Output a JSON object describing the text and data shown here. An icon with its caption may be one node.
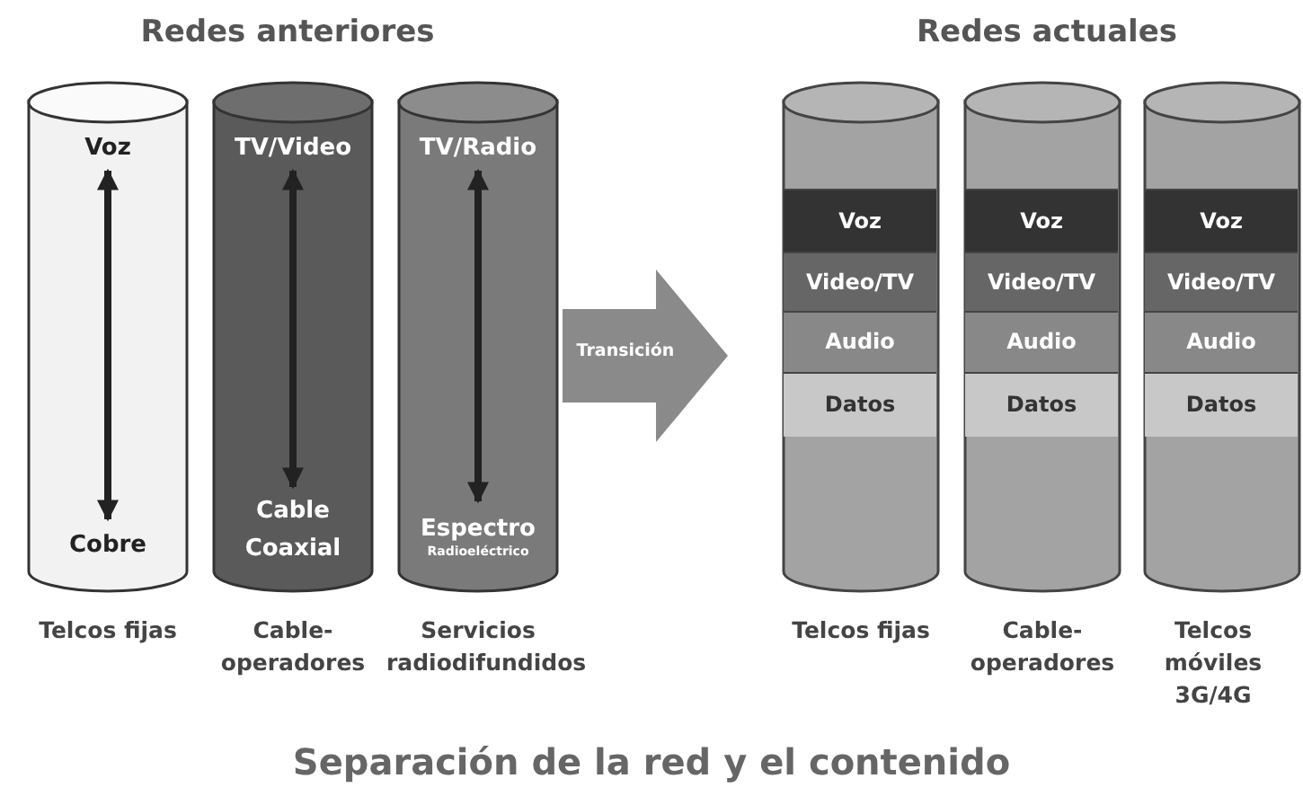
{
  "diagram": {
    "caption": "Separación de la red y el contenido",
    "nodes": [
      {
        "text": [],
        "shape": "cylinder",
        "beside": [
          "Telcos fijas"
        ]
      },
      {
        "text": [
          "Voz"
        ],
        "in": 0
      },
      {
        "text": [
          "Cobre"
        ],
        "in": 0
      },
      {
        "text": [],
        "shape": "cylinder",
        "beside": [
          "Cable-operadores"
        ]
      },
      {
        "text": [
          "TV/Video"
        ],
        "in": 3
      },
      {
        "text": [
          "Cable Coaxial"
        ],
        "in": 3
      },
      {
        "text": [],
        "shape": "cylinder",
        "beside": [
          "Servicios radiodifundidos"
        ]
      },
      {
        "text": [
          "TV/Radio"
        ],
        "in": 6
      },
      {
        "text": [
          "Espectro",
          "Radioeléctrico"
        ],
        "in": 6
      },
      {
        "text": [
          "Transición"
        ]
      },
      {
        "text": [],
        "shape": "cylinder",
        "beside": [
          "Telcos fijas"
        ]
      },
      {
        "text": [
          "Voz"
        ],
        "in": 10
      },
      {
        "text": [
          "Video/TV"
        ],
        "in": 10
      },
      {
        "text": [
          "Audio"
        ],
        "in": 10
      },
      {
        "text": [
          "Datos"
        ],
        "in": 10
      },
      {
        "text": [],
        "shape": "cylinder",
        "beside": [
          "Cable-operadores"
        ]
      },
      {
        "text": [
          "Voz"
        ],
        "in": 15
      },
      {
        "text": [
          "Video/TV"
        ],
        "in": 15
      },
      {
        "text": [
          "Audio"
        ],
        "in": 15
      },
      {
        "text": [
          "Datos"
        ],
        "in": 15
      },
      {
        "text": [],
        "shape": "cylinder",
        "beside": [
          "Telcos móviles 3G/4G"
        ]
      },
      {
        "text": [
          "Voz"
        ],
        "in": 20
      },
      {
        "text": [
          "Video/TV"
        ],
        "in": 20
      },
      {
        "text": [
          "Audio"
        ],
        "in": 20
      },
      {
        "text": [
          "Datos"
        ],
        "in": 20
      }
    ],
    "edges": [
      {
        "from": 1,
        "to": 2,
        "arrow": "both"
      },
      {
        "from": 4,
        "to": 5,
        "arrow": "both"
      },
      {
        "from": 7,
        "to": 8,
        "arrow": "both"
      }
    ],
    "labels": [
      "Redes anteriores",
      "Redes actuales"
    ]
  }
}
